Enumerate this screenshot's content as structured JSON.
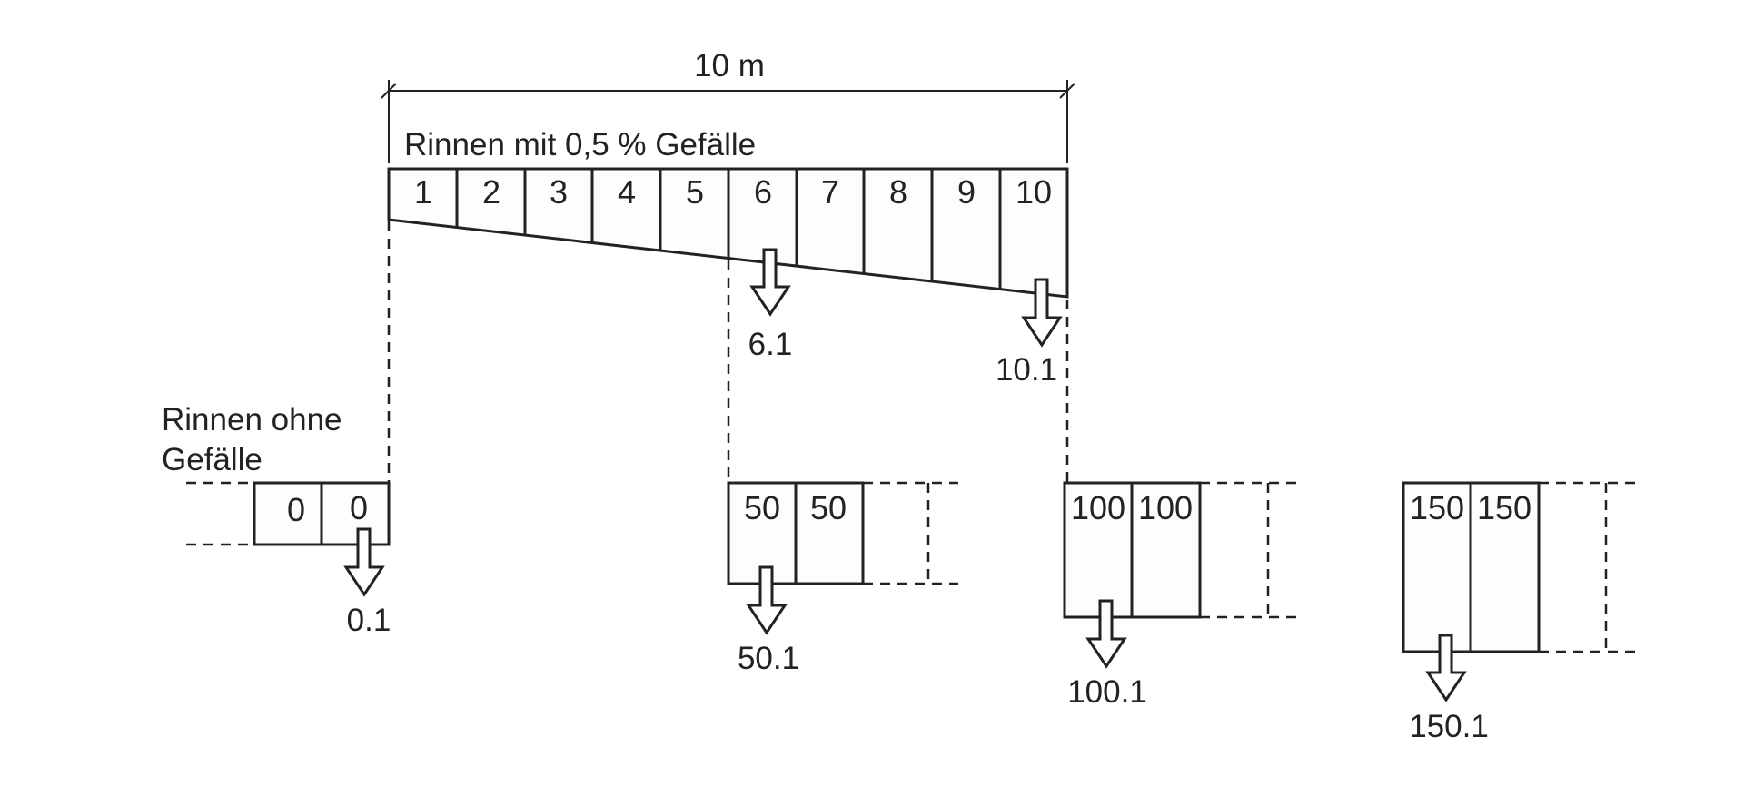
{
  "dimension": "10 m",
  "title_slope": "Rinnen mit 0,5 % Gefälle",
  "title_flat_line1": "Rinnen ohne",
  "title_flat_line2": "Gefälle",
  "slope_cells": [
    "1",
    "2",
    "3",
    "4",
    "5",
    "6",
    "7",
    "8",
    "9",
    "10"
  ],
  "slope_outlets": [
    "6.1",
    "10.1"
  ],
  "flat_groups": [
    {
      "cells": [
        "0",
        "0"
      ],
      "outlet": "0.1"
    },
    {
      "cells": [
        "50",
        "50"
      ],
      "outlet": "50.1"
    },
    {
      "cells": [
        "100",
        "100"
      ],
      "outlet": "100.1"
    },
    {
      "cells": [
        "150",
        "150"
      ],
      "outlet": "150.1"
    }
  ]
}
